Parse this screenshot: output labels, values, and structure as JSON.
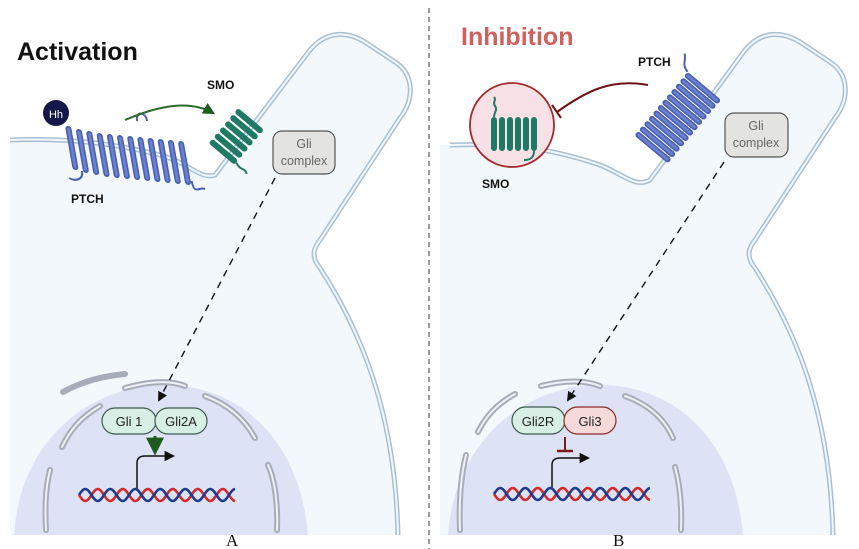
{
  "figure": {
    "divider": "dashed-vertical",
    "panels": [
      {
        "id": "A",
        "title": "Activation",
        "title_color": "#111111",
        "panel_label": "A",
        "receptor_labels": {
          "ptch": "PTCH",
          "smo": "SMO",
          "ligand": "Hh"
        },
        "gli_box": {
          "line1": "Gli",
          "line2": "complex"
        },
        "nuclear_factors": [
          "Gli 1",
          "Gli2A"
        ],
        "effect": "activation-arrow",
        "smo_state": "active"
      },
      {
        "id": "B",
        "title": "Inhibition",
        "title_color": "#d0605e",
        "panel_label": "B",
        "receptor_labels": {
          "ptch": "PTCH",
          "smo": "SMO"
        },
        "gli_box": {
          "line1": "Gli",
          "line2": "complex"
        },
        "nuclear_factors": [
          "Gli2R",
          "Gli3"
        ],
        "effect": "inhibition-bar",
        "smo_state": "inhibited"
      }
    ],
    "colors": {
      "ptch": "#4a5fb0",
      "smo": "#1e7a64",
      "hh": "#14174a",
      "activation_arrow": "#1f5a1f",
      "inhibition": "#7a1a1a",
      "membrane": "#a9bfd3",
      "cytoplasm": "#f3f8fc",
      "nucleus": "#dde3f5",
      "gli_green": "#d8efe6",
      "gli_red": "#f6d9d9",
      "dna_red": "#d22b2b",
      "dna_blue": "#1f3c8c"
    }
  }
}
